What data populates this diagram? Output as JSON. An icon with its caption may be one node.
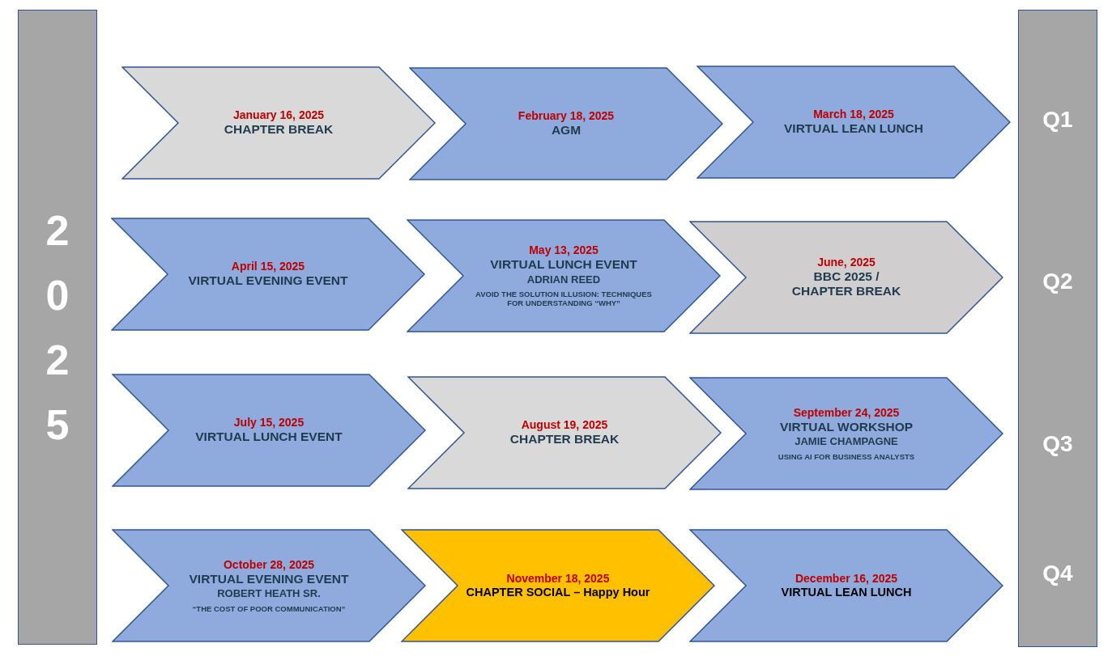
{
  "diagram": {
    "nodes": [
      {
        "text": [
          "2 0 2 5"
        ]
      },
      {
        "text": [
          "January 16, 2025",
          "CHAPTER BREAK"
        ]
      },
      {
        "text": [
          "February 18, 2025",
          "AGM"
        ]
      },
      {
        "text": [
          "March 18, 2025",
          "VIRTUAL LEAN LUNCH"
        ]
      },
      {
        "text": [
          "April 15, 2025",
          "VIRTUAL EVENING EVENT"
        ]
      },
      {
        "text": [
          "May 13, 2025",
          "VIRTUAL LUNCH EVENT",
          "ADRIAN REED",
          "AVOID THE SOLUTION ILLUSION: TECHNIQUES FOR UNDERSTANDING “WHY”"
        ]
      },
      {
        "text": [
          "June, 2025",
          "BBC 2025 / CHAPTER BREAK"
        ]
      },
      {
        "text": [
          "July 15, 2025",
          "VIRTUAL LUNCH EVENT"
        ]
      },
      {
        "text": [
          "August 19, 2025",
          "CHAPTER BREAK"
        ]
      },
      {
        "text": [
          "September 24, 2025",
          "VIRTUAL WORKSHOP",
          "JAMIE CHAMPAGNE",
          "USING AI FOR BUSINESS ANALYSTS"
        ]
      },
      {
        "text": [
          "October 28, 2025",
          "VIRTUAL EVENING EVENT",
          "ROBERT HEATH SR.",
          "“THE COST OF POOR COMMUNICATION”"
        ]
      },
      {
        "text": [
          "November 18, 2025",
          "CHAPTER SOCIAL – Happy Hour"
        ]
      },
      {
        "text": [
          "December 16, 2025",
          "VIRTUAL LEAN LUNCH"
        ]
      },
      {
        "text": [
          "Q1",
          "Q2",
          "Q3",
          "Q4"
        ]
      }
    ]
  }
}
